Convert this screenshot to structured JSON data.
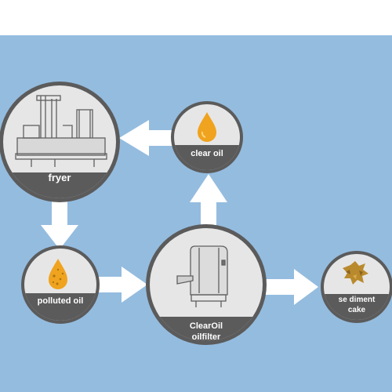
{
  "colors": {
    "background_top": "#ffffff",
    "background": "#94bcdf",
    "node_ring": "#5b5b5b",
    "node_fill": "#e6e6e6",
    "label_band": "#5b5b5b",
    "label_text": "#ffffff",
    "arrow": "#ffffff",
    "oil_drop": "#f0a31e",
    "sediment": "#b98a2d"
  },
  "nodes": {
    "fryer": {
      "label": "fryer",
      "icon": "fryer-machine-icon"
    },
    "clear_oil": {
      "label": "clear oil",
      "icon": "oil-drop-icon"
    },
    "polluted_oil": {
      "label": "polluted oil",
      "icon": "polluted-oil-drop-icon"
    },
    "filter": {
      "label_line1": "ClearOil",
      "label_line2": "oilfilter",
      "icon": "oil-filter-machine-icon"
    },
    "sediment": {
      "label_line1": "se diment",
      "label_line2": "cake",
      "icon": "sediment-cake-icon"
    }
  },
  "arrows": [
    "clear-oil-to-fryer",
    "fryer-to-polluted-oil",
    "polluted-oil-to-filter",
    "filter-to-clear-oil",
    "filter-to-sediment"
  ]
}
